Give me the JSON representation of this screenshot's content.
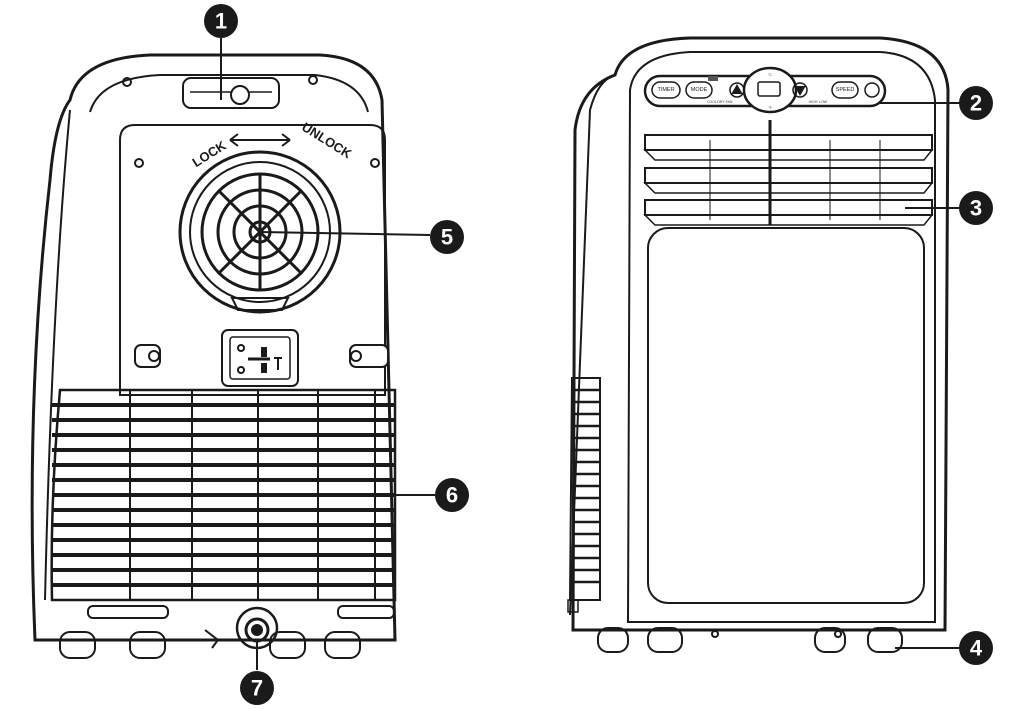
{
  "back_unit": {
    "lock_label": "LOCK",
    "unlock_label": "UNLOCK"
  },
  "control_panel": {
    "timer_label": "TIMER",
    "mode_label": "MODE",
    "speed_label": "SPEED",
    "mode_indicators": [
      "COOL",
      "DRY",
      "FAN"
    ],
    "speed_indicators": [
      "HIGH",
      "LOW"
    ],
    "temp_units": [
      "°C",
      "°F"
    ]
  },
  "callouts": [
    {
      "number": "1"
    },
    {
      "number": "2"
    },
    {
      "number": "3"
    },
    {
      "number": "4"
    },
    {
      "number": "5"
    },
    {
      "number": "6"
    },
    {
      "number": "7"
    }
  ],
  "colors": {
    "outline": "#1a1a1a",
    "callout_fill": "#1a1a1a",
    "background": "#ffffff"
  }
}
